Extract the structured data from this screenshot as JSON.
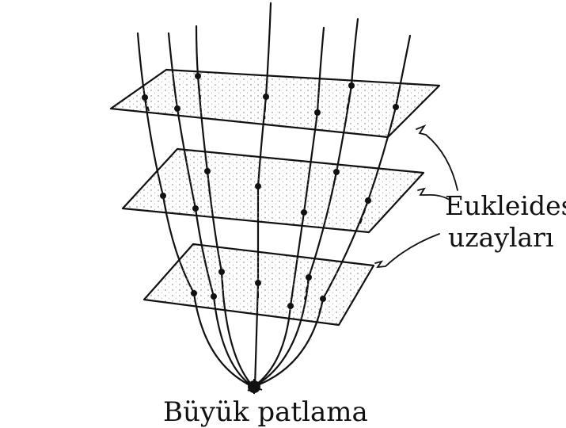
{
  "labels": {
    "euclidean_line1": "Eukleides",
    "euclidean_line2": "uzayları",
    "big_bang": "Büyük patlama"
  },
  "colors": {
    "ink": "#111111",
    "background": "#ffffff",
    "stipple": "#8a8a8a"
  },
  "worldline_count": 7,
  "slice_count": 3
}
